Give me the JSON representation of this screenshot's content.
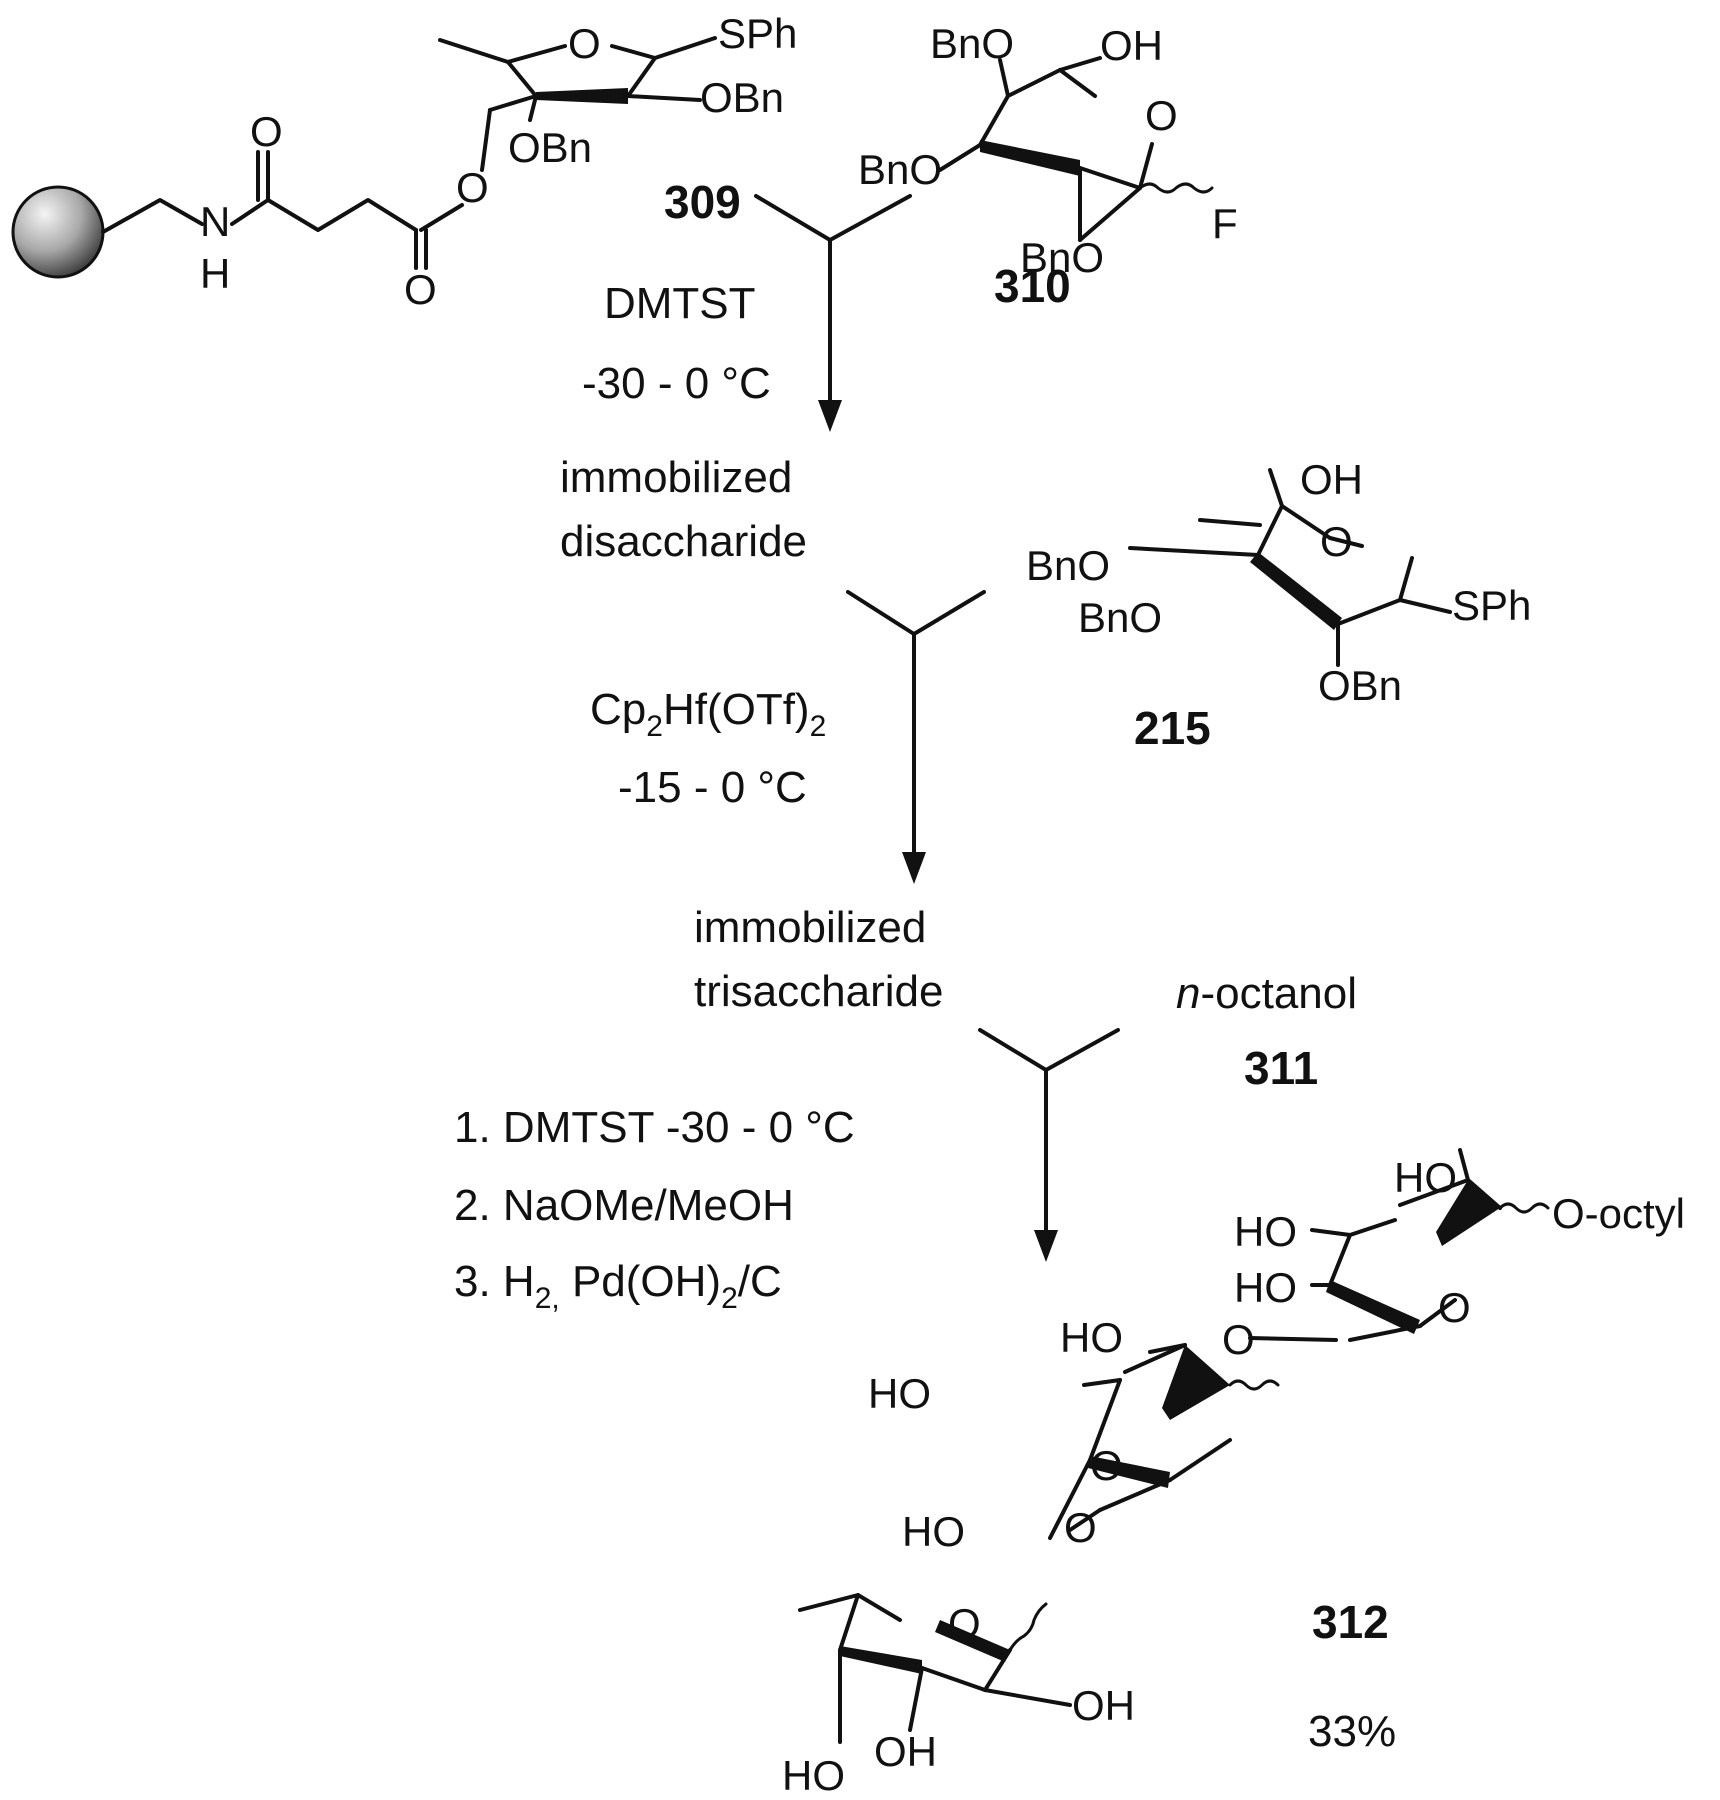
{
  "compounds": {
    "c309": {
      "id": "309",
      "substituents": [
        "SPh",
        "OBn",
        "OBn"
      ]
    },
    "c310": {
      "id": "310",
      "substituents": [
        "BnO",
        "OH",
        "BnO",
        "F",
        "BnO"
      ]
    },
    "c215": {
      "id": "215",
      "substituents": [
        "OH",
        "BnO",
        "BnO",
        "SPh",
        "OBn"
      ]
    },
    "c311": {
      "name_prefix": "n",
      "name_rest": "-octanol",
      "id": "311"
    },
    "c312": {
      "id": "312",
      "yield": "33%",
      "substituents": [
        "HO",
        "HO",
        "HO",
        "O-octyl",
        "HO",
        "HO",
        "HO",
        "OH",
        "OH",
        "HO"
      ]
    }
  },
  "linker_atoms": [
    "O",
    "N",
    "H",
    "O",
    "O"
  ],
  "ring_oxygen": "O",
  "step1": {
    "reagent": "DMTST",
    "temperature": "-30 - 0 °C",
    "product_line1": "immobilized",
    "product_line2": "disaccharide"
  },
  "step2": {
    "reagent_prefix": "Cp",
    "reagent_sub1": "2",
    "reagent_mid": "Hf(OTf)",
    "reagent_sub2": "2",
    "temperature": "-15 - 0 °C",
    "product_line1": "immobilized",
    "product_line2": "trisaccharide"
  },
  "step3": {
    "cond1": "1. DMTST -30 - 0 °C",
    "cond2": "2. NaOMe/MeOH",
    "cond3_prefix": "3. H",
    "cond3_sub1": "2,",
    "cond3_mid": " Pd(OH)",
    "cond3_sub2": "2",
    "cond3_suffix": "/C"
  },
  "colors": {
    "ink": "#111111",
    "background": "#ffffff",
    "bead_light": "#f4f4f4",
    "bead_dark": "#3a3a3a"
  }
}
